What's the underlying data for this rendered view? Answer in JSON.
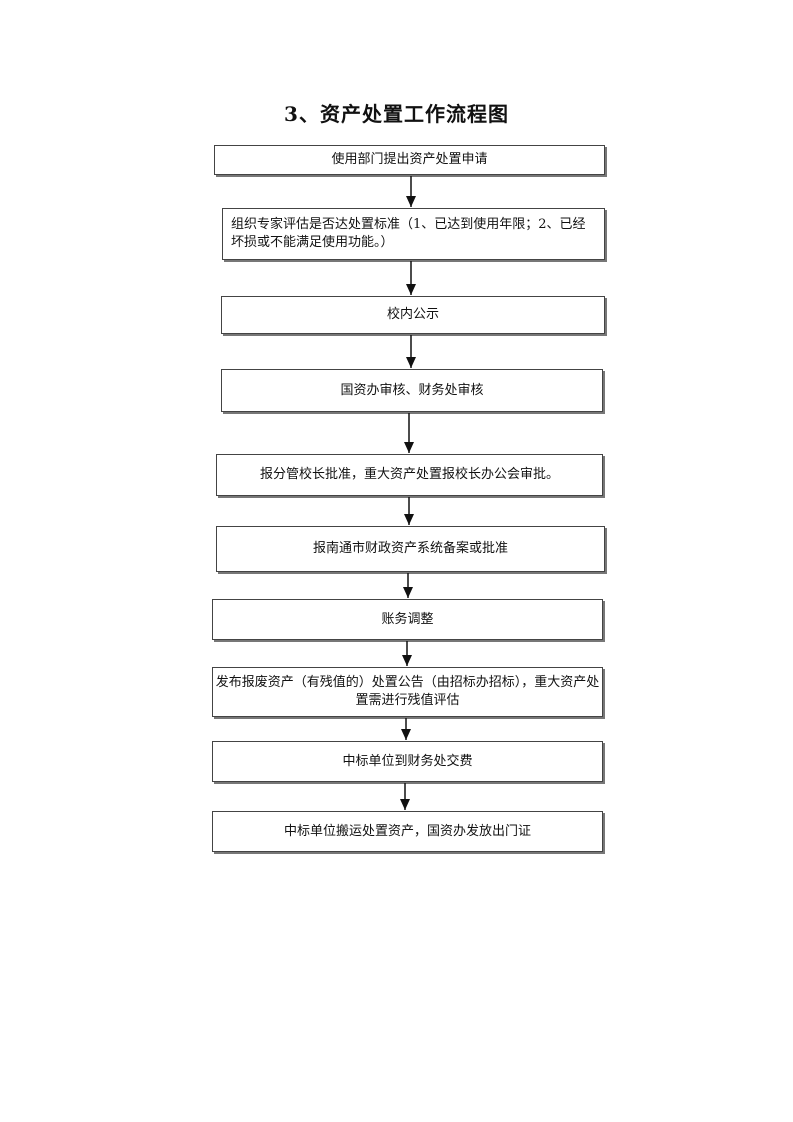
{
  "title": "3、资产处置工作流程图",
  "steps": [
    {
      "label": "使用部门提出资产处置申请"
    },
    {
      "label": "组织专家评估是否达处置标准（1、已达到使用年限；2、已经坏损或不能满足使用功能。）"
    },
    {
      "label": "校内公示"
    },
    {
      "label": "国资办审核、财务处审核"
    },
    {
      "label": "报分管校长批准，重大资产处置报校长办公会审批。"
    },
    {
      "label": "报南通市财政资产系统备案或批准"
    },
    {
      "label": "账务调整"
    },
    {
      "label": "发布报废资产（有残值的）处置公告（由招标办招标），重大资产处置需进行残值评估"
    },
    {
      "label": "中标单位到财务处交费"
    },
    {
      "label": "中标单位搬运处置资产，国资办发放出门证"
    }
  ],
  "colors": {
    "border": "#444444",
    "shadow": "#777777",
    "arrow": "#111111"
  }
}
